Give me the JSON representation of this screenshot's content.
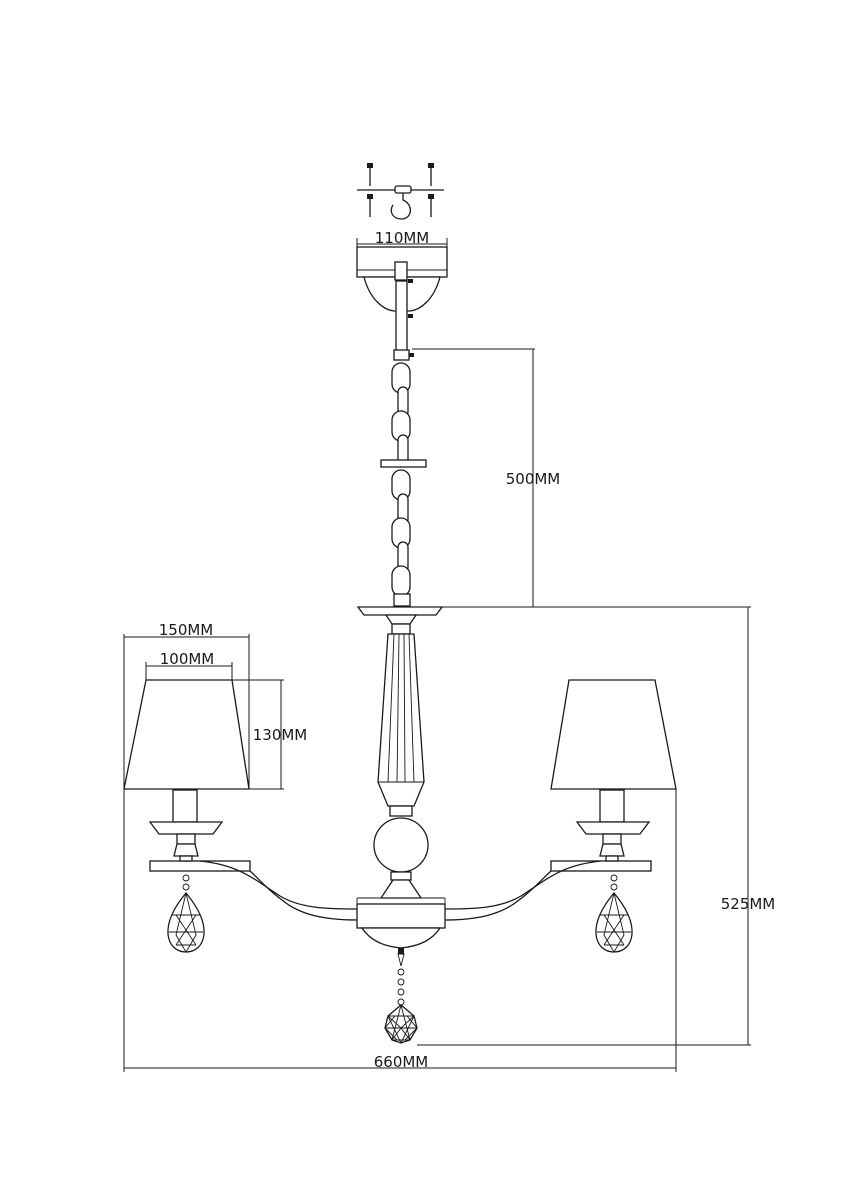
{
  "dimensions": {
    "canopy_width": "110MM",
    "chain_length": "500MM",
    "shade_bottom_width": "150MM",
    "shade_top_width": "100MM",
    "shade_height": "130MM",
    "total_height": "525MM",
    "total_width": "660MM"
  }
}
